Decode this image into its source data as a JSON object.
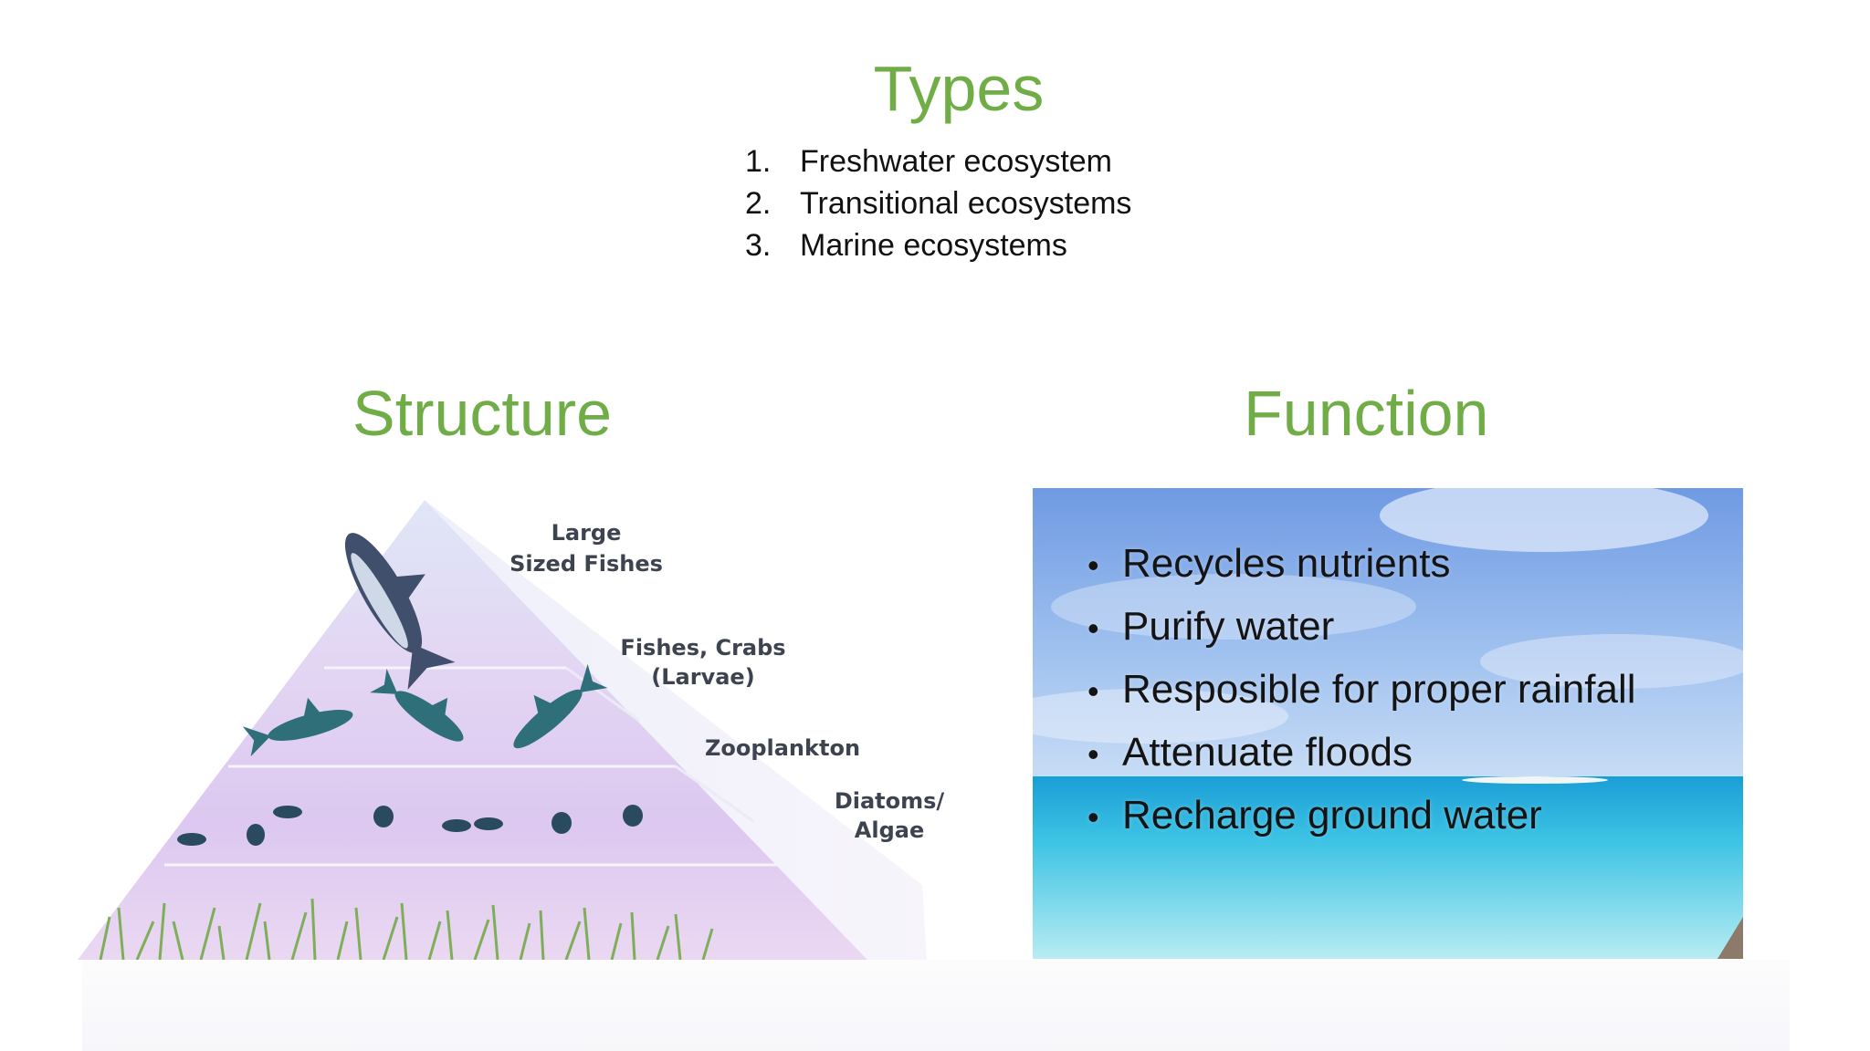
{
  "types": {
    "title": "Types",
    "items": [
      {
        "num": "1.",
        "text": "Freshwater ecosystem"
      },
      {
        "num": "2.",
        "text": "Transitional ecosystems"
      },
      {
        "num": "3.",
        "text": "Marine ecosystems"
      }
    ]
  },
  "structure": {
    "title": "Structure",
    "pyramid": {
      "level1": [
        "Large",
        "Sized Fishes"
      ],
      "level2": [
        "Fishes, Crabs",
        "(Larvae)"
      ],
      "level3": [
        "Zooplankton"
      ],
      "level4": [
        "Diatoms/",
        "Algae"
      ]
    }
  },
  "function": {
    "title": "Function",
    "items": [
      "Recycles nutrients",
      "Purify water",
      "Resposible for proper rainfall",
      "Attenuate floods",
      "Recharge ground water"
    ]
  },
  "colors": {
    "heading": "#70ad47",
    "text": "#111111"
  }
}
